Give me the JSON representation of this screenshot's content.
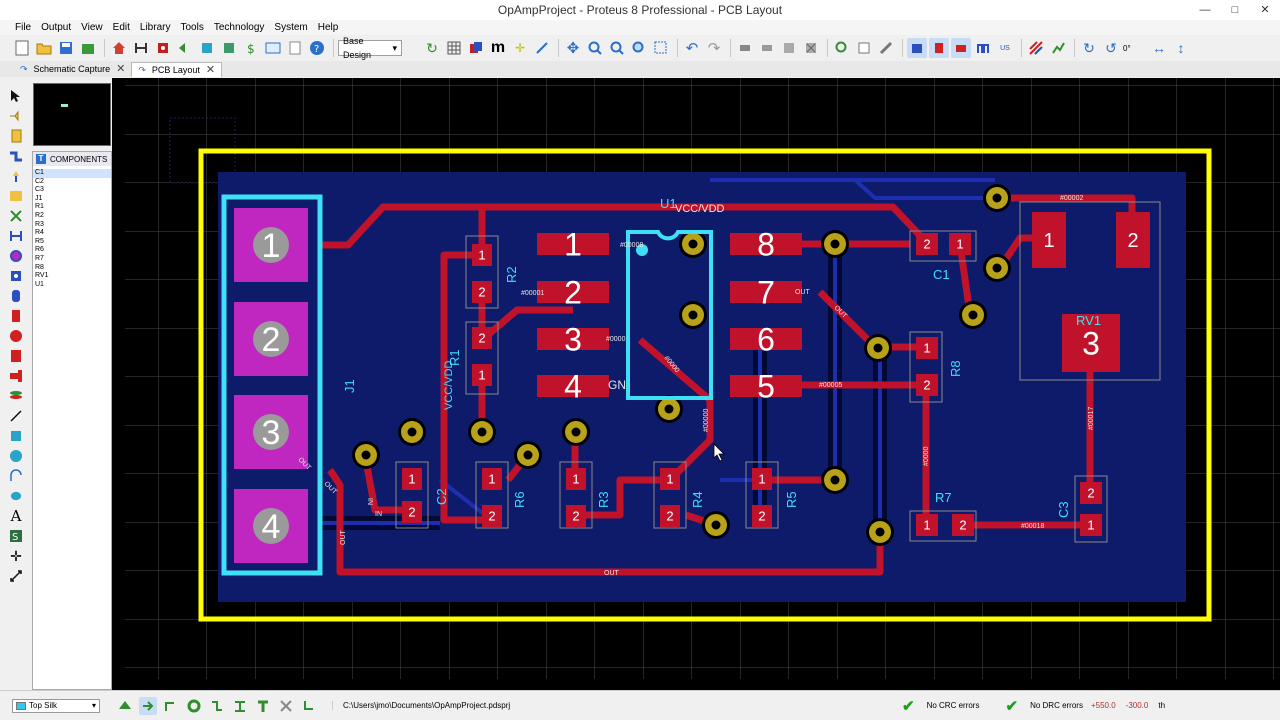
{
  "window": {
    "title": "OpAmpProject - Proteus 8 Professional - PCB Layout"
  },
  "menu": [
    "File",
    "Output",
    "View",
    "Edit",
    "Library",
    "Tools",
    "Technology",
    "System",
    "Help"
  ],
  "toolbar": {
    "variant_select": "Base Design",
    "grid_label": "m",
    "rotation_value": "0°"
  },
  "tabs": [
    {
      "label": "Schematic Capture",
      "active": false
    },
    {
      "label": "PCB Layout",
      "active": true
    }
  ],
  "components_panel": {
    "badge": "T",
    "title": "COMPONENTS",
    "items": [
      "C1",
      "C2",
      "C3",
      "J1",
      "R1",
      "R2",
      "R3",
      "R4",
      "R5",
      "R6",
      "R7",
      "R8",
      "RV1",
      "U1"
    ],
    "selected": "C1"
  },
  "pcb": {
    "j1_pins": [
      "1",
      "2",
      "3",
      "4"
    ],
    "labels": {
      "u1": "U1",
      "vcc": "VCC/VDD",
      "j1": "J1",
      "vccvdd_vertical": "VCC/VDD",
      "r1": "R1",
      "r2": "R2",
      "r3": "R3",
      "r4": "R4",
      "r5": "R5",
      "r6": "R6",
      "r7": "R7",
      "r8": "R8",
      "c1": "C1",
      "c2": "C2",
      "c3": "C3",
      "rv1": "RV1",
      "rv1_pin": "3"
    },
    "u1_pins_left": [
      "1",
      "2",
      "3",
      "4"
    ],
    "u1_pins_right": [
      "8",
      "7",
      "6",
      "5"
    ],
    "pad_one": "1",
    "pad_two": "2",
    "nets": {
      "n00002": "#00002",
      "n00001": "#00001",
      "n0000x": "#0000",
      "n00005": "#00005",
      "n00017": "#00017",
      "n00018": "#00018",
      "n00008": "#00008",
      "n00000": "#00000",
      "n0000u": "#0000",
      "out": "OUT",
      "in": "IN",
      "gn": "GN"
    }
  },
  "status": {
    "layer": "Top Silk",
    "path": "C:\\Users\\jmo\\Documents\\OpAmpProject.pdsprj",
    "crc": "No CRC errors",
    "drc": "No DRC errors",
    "x": "+550.0",
    "y": "-300.0",
    "unit": "th"
  },
  "colors": {
    "board_outline": "#ffff00",
    "copper_top": "#c0132b",
    "copper_bottom": "#1d2fb0",
    "silk": "#3fe0f5",
    "pads": "#b8a21a",
    "j1_pad": "#c026c0"
  }
}
